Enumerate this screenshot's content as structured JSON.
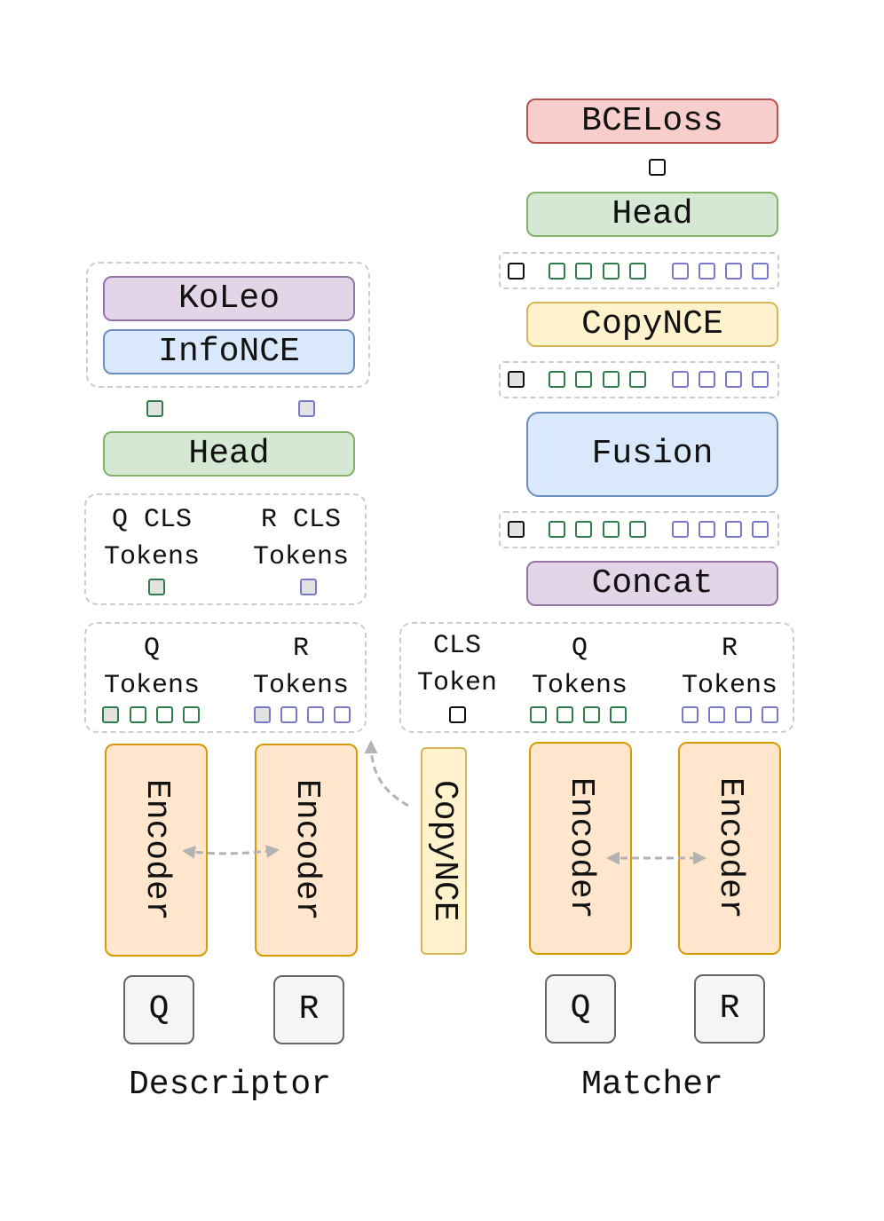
{
  "descriptor": {
    "koleo": "KoLeo",
    "infonce": "InfoNCE",
    "head": "Head",
    "q_cls_top": "Q CLS",
    "q_cls_bottom": "Tokens",
    "r_cls_top": "R CLS",
    "r_cls_bottom": "Tokens",
    "q_tokens_top": "Q",
    "q_tokens_bottom": "Tokens",
    "r_tokens_top": "R",
    "r_tokens_bottom": "Tokens",
    "encoder_q": "Encoder",
    "encoder_r": "Encoder",
    "input_q": "Q",
    "input_r": "R",
    "caption": "Descriptor"
  },
  "copynce_side": "CopyNCE",
  "matcher": {
    "bceloss": "BCELoss",
    "head": "Head",
    "copynce": "CopyNCE",
    "fusion": "Fusion",
    "concat": "Concat",
    "cls_top": "CLS",
    "cls_bottom": "Token",
    "q_tokens_top": "Q",
    "q_tokens_bottom": "Tokens",
    "r_tokens_top": "R",
    "r_tokens_bottom": "Tokens",
    "encoder_q": "Encoder",
    "encoder_r": "Encoder",
    "input_q": "Q",
    "input_r": "R",
    "caption": "Matcher"
  },
  "colors": {
    "loss_red": "#f8cecc",
    "head_green": "#d5e8d4",
    "koleo_purple": "#e1d5e7",
    "infonce_blue": "#dae8fc",
    "copynce_yellow": "#fff2cc",
    "encoder_orange": "#ffe6cc",
    "input_gray": "#f5f5f5",
    "q_token_green": "#2e7d4a",
    "r_token_purple": "#7a78c8"
  }
}
